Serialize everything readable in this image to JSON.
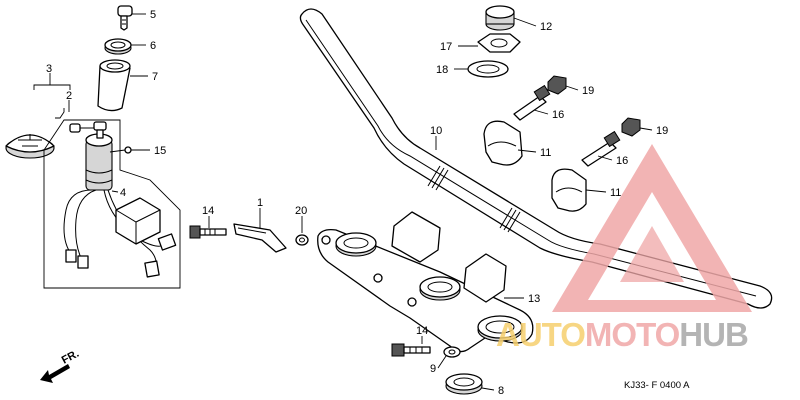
{
  "diagram": {
    "code": "KJ33- F 0400 A",
    "direction": "FR."
  },
  "callouts": [
    {
      "id": "c5",
      "text": "5"
    },
    {
      "id": "c6",
      "text": "6"
    },
    {
      "id": "c7",
      "text": "7"
    },
    {
      "id": "c3",
      "text": "3"
    },
    {
      "id": "c2",
      "text": "2"
    },
    {
      "id": "c15",
      "text": "15"
    },
    {
      "id": "c4",
      "text": "4"
    },
    {
      "id": "c14a",
      "text": "14"
    },
    {
      "id": "c1",
      "text": "1"
    },
    {
      "id": "c20",
      "text": "20"
    },
    {
      "id": "c12",
      "text": "12"
    },
    {
      "id": "c17",
      "text": "17"
    },
    {
      "id": "c18",
      "text": "18"
    },
    {
      "id": "c19a",
      "text": "19"
    },
    {
      "id": "c16a",
      "text": "16"
    },
    {
      "id": "c10",
      "text": "10"
    },
    {
      "id": "c11a",
      "text": "11"
    },
    {
      "id": "c19b",
      "text": "19"
    },
    {
      "id": "c16b",
      "text": "16"
    },
    {
      "id": "c11b",
      "text": "11"
    },
    {
      "id": "c13",
      "text": "13"
    },
    {
      "id": "c14b",
      "text": "14"
    },
    {
      "id": "c9",
      "text": "9"
    },
    {
      "id": "c8",
      "text": "8"
    }
  ],
  "watermark": {
    "part1": "AUTO",
    "part2": "MOTO",
    "part3": "HUB",
    "color_primary": "#f0a8a8",
    "color_accent": "#f6cf6e",
    "color_hub": "#a8a8a8"
  }
}
